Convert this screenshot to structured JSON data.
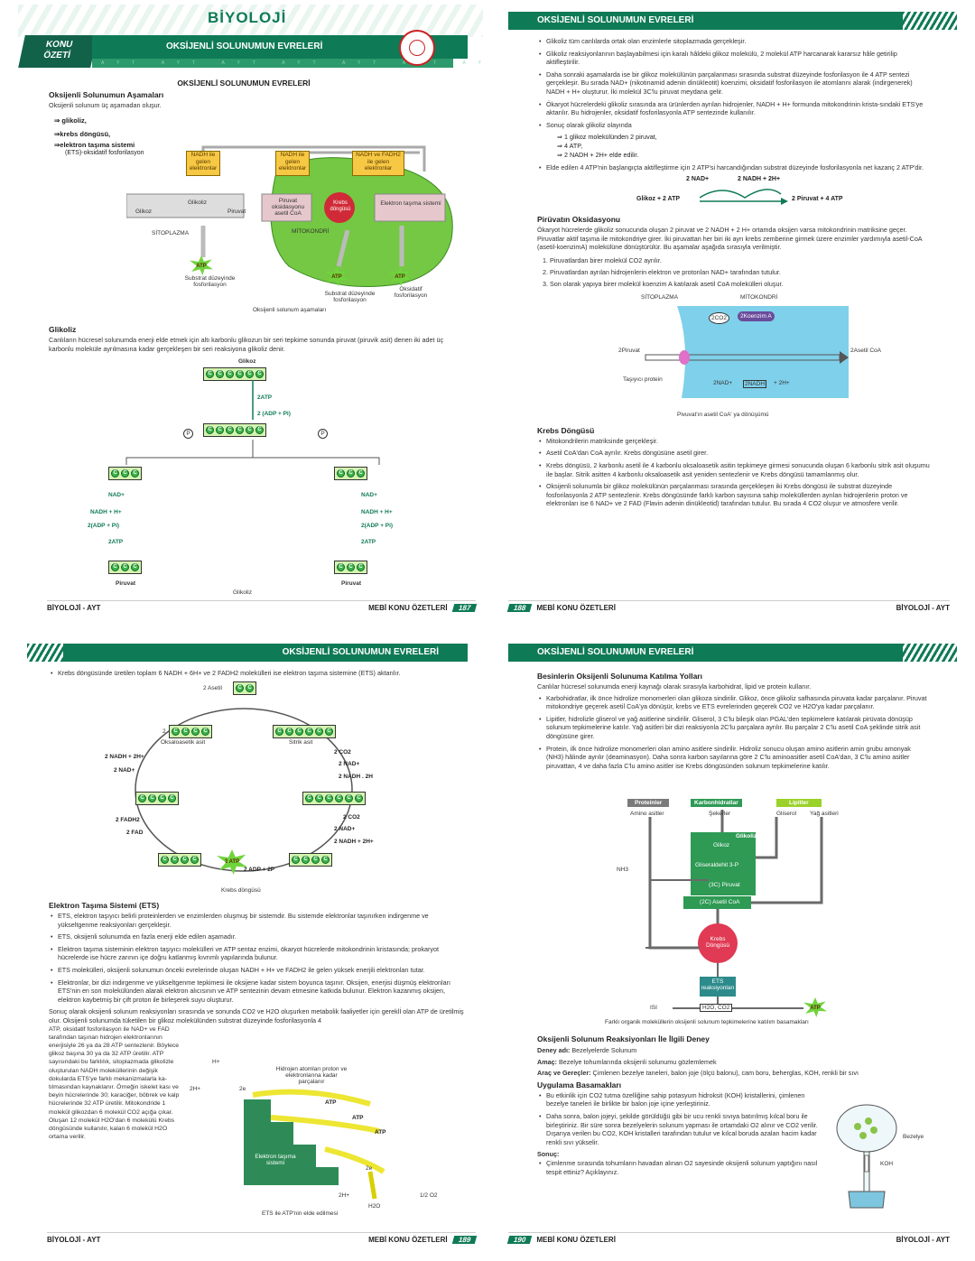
{
  "p1": {
    "logo": "BİYOLOJİ",
    "konu": "KONU",
    "ozeti": "ÖZETİ",
    "title": "OKSİJENLİ SOLUNUMUN EVRELERİ",
    "ayt": "AYT",
    "heading": "OKSİJENLİ SOLUNUMUN EVRELERİ",
    "sub1": "Oksijenli Solunumun Aşamaları",
    "intro": "Oksijenli solunum üç aşamadan oluşur.",
    "stages": [
      "⇒ glikoliz,",
      "⇒krebs döngüsü,",
      "⇒elektron taşıma sistemi"
    ],
    "stage3_note": "(ETS)-oksidatif fosforilasyon",
    "d1": {
      "nadh1": "NADH ile gelen elektronlar",
      "nadh2": "NADH ile gelen elektronlar",
      "nadh3": "NADH ve FADH2 ile gelen elektronlar",
      "glikoz": "Glikoz",
      "glikoliz": "Glikoliz",
      "piruvat": "Piruvat",
      "pox": "Piruvat oksidasyonu asetil CoA",
      "krebs": "Krebs döngüsü",
      "ets": "Elektron taşıma sistemi",
      "sitoplazma": "SİTOPLAZMA",
      "mitokondri": "MİTOKONDRİ",
      "atp": "ATP",
      "sub1": "Substrat düzeyinde fosforilasyon",
      "sub2": "Substrat düzeyinde fosforilasyon",
      "oks": "Oksidatif fosforilasyon",
      "caption": "Oksijenli solunum aşamaları"
    },
    "sub2": "Glikoliz",
    "glikoliz_text": "Canlıların hücresel solunumda enerji elde etmek için altı karbonlu glikozun bir seri tepkime sonunda piruvat (piruvik asit) denen iki adet üç karbonlu moleküle ayrılmasına kadar gerçekleşen bir seri reaksiyona glikoliz denir.",
    "d2": {
      "glikoz": "Glikoz",
      "atp2": "2ATP",
      "adp": "2 (ADP + Pi)",
      "p": "P",
      "nad": "NAD+",
      "nadh": "NADH + H+",
      "adp2": "2(ADP + Pi)",
      "atp": "2ATP",
      "piruvat": "Piruvat",
      "caption": "Glikoliz"
    },
    "footer_l": "BİYOLOJİ - AYT",
    "footer_r": "MEBİ KONU ÖZETLERİ",
    "page": "187"
  },
  "p2": {
    "title": "OKSİJENLİ SOLUNUMUN EVRELERİ",
    "bullets": [
      "Glikoliz tüm canlılarda ortak olan enzimlerle sitoplazmada gerçekleşir.",
      "Glikoliz reaksiyonlarının başlayabilmesi için karalı hâldeki glikoz molekülü, 2 molekül ATP harcanarak kararsız hâle getirilip aktifleştirilir.",
      "Daha sonraki aşamalarda ise bir glikoz molekülünün parçalanması sırasında substrat düzeyinde fosforilasyon ile 4 ATP sentezi gerçekleşir. Bu sırada NAD+ (nikotinamid adenin dinükleotit) koenzimi, oksidatif fosforilasyon ile atomlarını alarak (indirgenerek) NADH + H+ oluşturur. İki molekül 3C'lu piruvat meydana gelir.",
      "Ökaryot hücrelerdeki glikoliz sırasında ara ürünlerden ayrılan hidrojenler, NADH + H+ formunda mitokondrinin krista-sındaki ETS'ye aktarılır. Bu hidrojenler, oksidatif fosforilasyonla ATP sentezinde kullanılır.",
      "Sonuç olarak glikoliz olayında"
    ],
    "arrows": [
      "⇒ 1 glikoz molekülünden 2 piruvat,",
      "⇒ 4 ATP,",
      "⇒ 2 NADH + 2H+ elde edilir."
    ],
    "bullet6": "Elde edilen 4 ATP'nin başlangıçta aktifleştirme için 2 ATP'si harcandığından substrat düzeyinde fosforilasyonla net kazanç 2 ATP'dir.",
    "eq": {
      "nad": "2 NAD+",
      "nadh": "2 NADH + 2H+",
      "left": "Glikoz + 2 ATP",
      "right": "2 Piruvat + 4 ATP"
    },
    "sub_pox": "Pirüvatın Oksidasyonu",
    "pox_text": "Ökaryot hücrelerde glikoliz sonucunda oluşan 2 piruvat ve 2 NADH + 2 H+ ortamda oksijen varsa mitokondrinin matriksine geçer. Piruvatlar aktif taşıma ile mitokondriye girer. İki piruvattan her biri iki ayrı krebs zemberine girmek üzere enzimler yardımıyla asetil-CoA (asetil-koenzimA) molekülüne dönüştürülür. Bu aşamalar aşağıda sırasıyla verilmiştir.",
    "pox_steps": [
      "1. Piruvatlardan birer molekül CO2 ayrılır.",
      "2. Piruvatlardan ayrılan hidrojenlerin elektron ve protonları NAD+ tarafından tutulur.",
      "3. Son olarak yapıya birer molekül koenzim A katılarak asetil CoA molekülleri oluşur."
    ],
    "d3": {
      "sitoplazma": "SİTOPLAZMA",
      "mitokondri": "MİTOKONDRİ",
      "co2": "2CO2",
      "koenzim": "2Koenzim A",
      "piruvat": "2Piruvat",
      "asetil": "2Asetil CoA",
      "tasiyici": "Taşıyıcı protein",
      "nad": "2NAD+",
      "nadh": "2NADH",
      "h": "+ 2H+",
      "caption": "Pivuvat'ın asetil CoA' ya dönüşümü"
    },
    "sub_krebs": "Krebs Döngüsü",
    "krebs": [
      "Mitokondrilerin matriksinde gerçekleşir.",
      "Asetil CoA'dan CoA ayrılır. Krebs döngüsüne asetil girer.",
      "Krebs döngüsü, 2 karbonlu asetil ile 4 karbonlu oksaloasetik asitin tepkimeye girmesi sonucunda oluşan 6 karbonlu sitrik asit oluşumu ile başlar. Sitrik asitten 4 karbonlu oksaloasetik asit yeniden sentezlenir ve Krebs döngüsü tamamlanmış olur.",
      "Oksijenli solunumla bir glikoz molekülünün parçalanması sırasında gerçekleşen iki Krebs döngüsü ile substrat düzeyinde fosforilasyonla 2 ATP sentezlenir. Krebs döngüsünde farklı karbon sayısına sahip moleküllerden ayrılan hidrojenlerin proton ve elektronları ise 6 NAD+ ve 2 FAD (Flavin adenin dinükleotid) tarafından tutulur. Bu sırada 4 CO2 oluşur ve atmosfere verilir."
    ],
    "footer_l": "MEBİ KONU ÖZETLERİ",
    "footer_r": "BİYOLOJİ - AYT",
    "page": "188"
  },
  "p3": {
    "title": "OKSİJENLİ SOLUNUMUN EVRELERİ",
    "bullet": "Krebs döngüsünde üretilen toplam 6 NADH + 6H+ ve 2 FADH2 molekülleri ise elektron taşıma sistemine (ETS) aktarılır.",
    "d4": {
      "asetil": "2 Asetil",
      "oksa": "Oksaloasetik asit",
      "sitrik": "Sitrik asit",
      "co2a": "2 CO2",
      "nad1": "2 NAD+",
      "nadh1": "2 NADH . 2H",
      "nadh2": "2 NADH + 2H+",
      "nad2": "2 NAD+",
      "fadh": "2 FADH2",
      "fad": "2 FAD",
      "co2b": "2 CO2",
      "nad3": "2 NAD+",
      "nadh3": "2 NADH + 2H+",
      "atp": "2 ATP",
      "adp": "2 ADP + 2P",
      "caption": "Krebs döngüsü",
      "n2": "2"
    },
    "sub_ets": "Elektron Taşıma Sistemi (ETS)",
    "ets": [
      "ETS, elektron taşıyıcı belirli proteinlerden ve enzimlerden oluşmuş bir sistemdir. Bu sistemde elektronlar taşınırken indirgenme ve yükseltgenme reaksiyonları gerçekleşir.",
      "ETS, oksijenli solunumda en fazla enerji elde edilen aşamadır.",
      "Elektron taşıma sisteminin elektron taşıyıcı molekülleri ve ATP sentaz enzimi, ökaryot hücrelerde mitokondrinin kristasında; prokaryot hücrelerde ise hücre zarının içe doğru katlanmış kıvrımlı yapılarında bulunur.",
      "ETS molekülleri, oksijenli solunumun önceki evrelerinde oluşan NADH + H+ ve FADH2 ile gelen yüksek enerjili elektronları tutar.",
      "Elektronlar, bir dizi indirgenme ve yükseltgenme tepkimesi ile oksijene kadar sistem boyunca taşınır. Oksijen, enerjisi düşmüş elektronları ETS'nin en son molekülünden alarak elektron alıcısının ve ATP sentezinin devam etmesine katkıda bulunur. Elektron kazanmış oksijen, elektron kaybetmiş bir çift proton ile birleşerek suyu oluşturur."
    ],
    "sonuc1": "Sonuç olarak oksijenli solunum reaksiyonları sırasında ve sonunda CO2 ve H2O oluşurken metabolik faaliyetler için gereklİ olan ATP de üretilmiş olur. Oksijenli solunumda tüketilen bir glikoz molekülünden substrat düzeyinde fosforilasyonla 4",
    "sonuc2": "ATP, oksidatif fosforilasyon ile NAD+ ve FAD tarafından taşınan hidrojen elektronlarının enerjisiyle 26 ya da 28 ATP sentezlenir. Böylece glikoz başına 30 ya da 32 ATP üretilir. ATP sayısındaki bu farklılık, sitoplazmada glikolizle oluşturulan NADH moleküllerinin değişik dokularda ETS'ye farklı mekanizmalarla ka-tılmasından kaynaklanır. Örneğin iskelet kası ve beyin hücrelerinde 30; karaciğer, böbrek ve kalp hücrelerinde 32 ATP üretilir. Mitokondride 1 molekül glikozdan 6 molekül CO2 açığa çıkar. Oluşan 12 molekül H2O'dan 6 molekülü Krebs döngüsünde kullanılır, kalan 6 molekül H2O ortama verilir.",
    "d5": {
      "h": "H+",
      "h2": "2H+",
      "e": "2e",
      "proton": "Hidrojen atomları proton ve elektronlarına kadar parçalanır",
      "atp": "ATP",
      "ets": "Elektron taşıma sistemi",
      "h2b": "2H+",
      "e2": "2e",
      "o2": "1/2 O2",
      "h2o": "H2O",
      "caption": "ETS ile ATP'nin elde edilmesi"
    },
    "footer_l": "BİYOLOJİ - AYT",
    "footer_r": "MEBİ KONU ÖZETLERİ",
    "page": "189"
  },
  "p4": {
    "title": "OKSİJENLİ SOLUNUMUN EVRELERİ",
    "sub1": "Besinlerin Oksijenli Solunuma Katılma Yolları",
    "intro": "Canlılar hücresel solunumda enerji kaynağı olarak sırasıyla karbohidrat, lipid ve protein kullanır.",
    "bullets": [
      "Karbohidratlar, ilk önce hidrolize monomerleri olan glikoza sindirilir. Glikoz, önce glikoliz safhasında piruvata kadar parçalanır. Piruvat mitokondriye geçerek asetil CoA'ya dönüşür, krebs ve ETS evrelerinden geçerek CO2 ve H2O'ya kadar parçalanır.",
      "Lipitler, hidrolizle gliserol ve yağ asitlerine sindirilir. Gliserol, 3 C'lu bileşik olan PGAL'den tepkimelere katılarak pirüvata dönüşüp solunum tepkimelerine katılır. Yağ asitleri bir dizi reaksiyonla 2C'lu parçalara ayrılır. Bu parçalar 2 C'lu asetil CoA şeklinde sitrik asit döngüsüne girer.",
      "Protein, ilk önce hidrolize monomerleri olan amino asitlere sindirilir. Hidroliz sonucu oluşan amino asitlerin amin grubu amonyak (NH3) hâlinde ayrılır (deaminasyon). Daha sonra karbon sayılarına göre 2 C'lu aminoasitler asetil CoA'dan, 3 C'lu amino asitler piruvattan, 4 ve daha fazla C'lu amino asitler ise Krebs döngüsünden solunum tepkimelerine katılır."
    ],
    "d6": {
      "proteinler": "Proteinler",
      "karbon": "Karbonhidratlar",
      "lipitler": "Lipitler",
      "amino": "Amino asitler",
      "sekerler": "Şekerler",
      "gliserol": "Gliserol",
      "yag": "Yağ asitleri",
      "glikoliz": "Glikoliz",
      "glikoz": "Glikoz",
      "glis3p": "Gliseraldehit 3-P",
      "piruvat": "(3C) Piruvat",
      "asetil": "(2C) Asetil CoA",
      "krebs": "Krebs Döngüsü",
      "ets": "ETS reaksiyonları",
      "nh3": "NH3",
      "isi": "ISI",
      "h2o": "H2O, CO2",
      "atp": "ATP",
      "caption": "Farklı organik moleküllerin oksijenli solunum tepkimelerine katılım basamakları"
    },
    "sub2": "Oksijenli Solunum Reaksiyonları İle İlgili Deney",
    "deney_l": "Deney adı:",
    "deney": "Bezelyelerde Solunum",
    "amac_l": "Amaç:",
    "amac": "Bezelye tohumlarında oksijenli solunumu gözlemlemek",
    "arac_l": "Araç ve Gereçler:",
    "arac": "Çimlenen bezelye taneleri, balon joje (ölçü balonu), cam boru, beherglas, KOH, renkli bir sıvı",
    "sub3": "Uygulama Basamakları",
    "steps": [
      "Bu etkinlik için CO2 tutma özelliğine sahip potasyum hidroksit (KOH) kristallerini, çimlenen bezelye taneleri ile birlikte bir balon joje içine yerleştiriniz.",
      "Daha sonra, balon jojeyi, şekilde görüldüğü gibi bir ucu renkli sıvıya batırılmış kılcal boru ile birleştiriniz. Bir süre sonra bezelyelerin solunum yapması ile ortamdaki O2 alınır ve CO2 verilir. Dışarıya verilen bu CO2, KOH kristalleri tarafından tutulur ve kılcal boruda azalan hacim kadar renkli sıvı yükselir."
    ],
    "bezelye": "Bezelye",
    "koh": "KOH",
    "sonuc_l": "Sonuç:",
    "sonuc": "Çimlenme sırasında tohumların havadan alınan O2 sayesinde oksijenli solunum yaptığını nasıl tespit ettiniz? Açıklayınız.",
    "footer_l": "MEBİ KONU ÖZETLERİ",
    "footer_r": "BİYOLOJİ - AYT",
    "page": "190"
  },
  "colors": {
    "green": "#0f7a56",
    "light": "#6fd43c",
    "yellow": "#f7c844"
  }
}
